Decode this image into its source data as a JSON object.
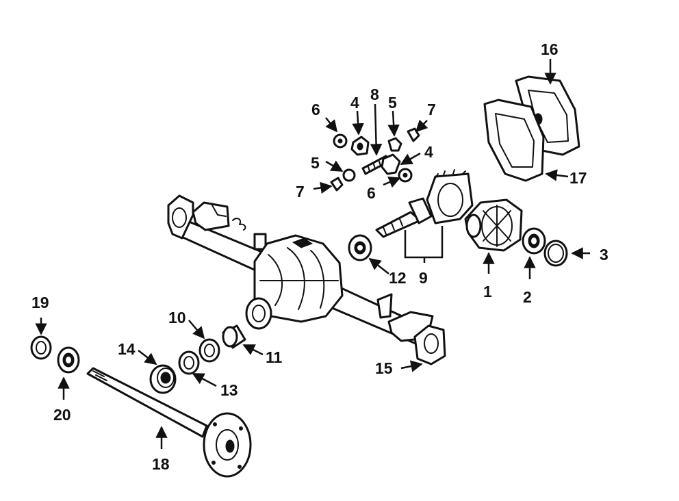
{
  "diagram": {
    "callouts": [
      {
        "id": "c1",
        "text": "1"
      },
      {
        "id": "c2",
        "text": "2"
      },
      {
        "id": "c3",
        "text": "3"
      },
      {
        "id": "c4a",
        "text": "4"
      },
      {
        "id": "c4b",
        "text": "4"
      },
      {
        "id": "c5a",
        "text": "5"
      },
      {
        "id": "c5b",
        "text": "5"
      },
      {
        "id": "c6a",
        "text": "6"
      },
      {
        "id": "c6b",
        "text": "6"
      },
      {
        "id": "c7a",
        "text": "7"
      },
      {
        "id": "c7b",
        "text": "7"
      },
      {
        "id": "c8",
        "text": "8"
      },
      {
        "id": "c9",
        "text": "9"
      },
      {
        "id": "c10",
        "text": "10"
      },
      {
        "id": "c11",
        "text": "11"
      },
      {
        "id": "c12",
        "text": "12"
      },
      {
        "id": "c13",
        "text": "13"
      },
      {
        "id": "c14",
        "text": "14"
      },
      {
        "id": "c15",
        "text": "15"
      },
      {
        "id": "c16",
        "text": "16"
      },
      {
        "id": "c17",
        "text": "17"
      },
      {
        "id": "c18",
        "text": "18"
      },
      {
        "id": "c19",
        "text": "19"
      },
      {
        "id": "c20",
        "text": "20"
      }
    ]
  }
}
